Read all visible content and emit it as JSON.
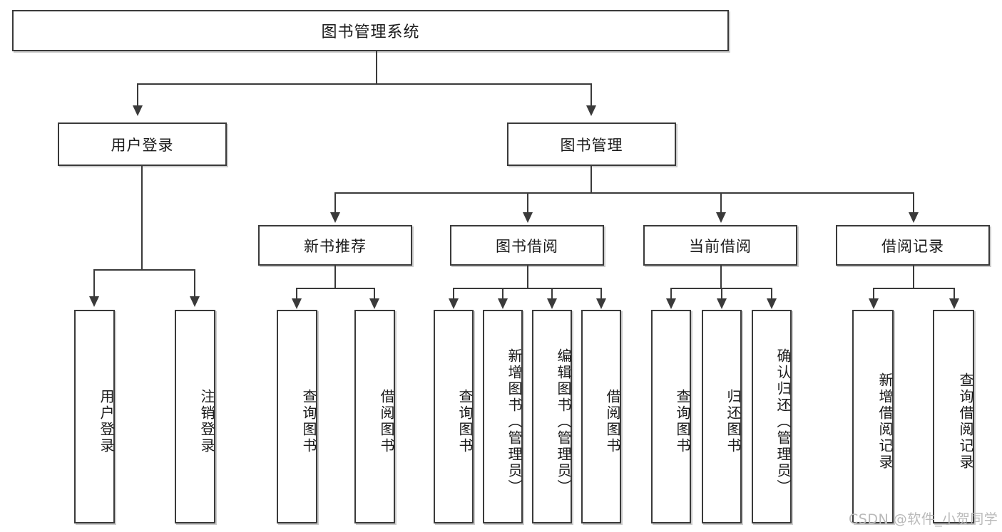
{
  "diagram": {
    "type": "tree-hierarchy",
    "title": "图书管理系统",
    "root": {
      "label": "图书管理系统"
    },
    "level2": [
      {
        "id": "user-login",
        "label": "用户登录"
      },
      {
        "id": "book-management",
        "label": "图书管理"
      }
    ],
    "level3": [
      {
        "id": "new-book-recommend",
        "label": "新书推荐"
      },
      {
        "id": "book-borrow",
        "label": "图书借阅"
      },
      {
        "id": "current-borrow",
        "label": "当前借阅"
      },
      {
        "id": "borrow-record",
        "label": "借阅记录"
      }
    ],
    "leaves": {
      "user_login": [
        {
          "id": "leaf-user-login",
          "label": "用户登录"
        },
        {
          "id": "leaf-logout-login",
          "label": "注销登录"
        }
      ],
      "new_book_recommend": [
        {
          "id": "leaf-query-book-1",
          "label": "查询图书"
        },
        {
          "id": "leaf-borrow-book-1",
          "label": "借阅图书"
        }
      ],
      "book_borrow": [
        {
          "id": "leaf-query-book-2",
          "label": "查询图书"
        },
        {
          "id": "leaf-add-book",
          "label": "新增图书（管理员）"
        },
        {
          "id": "leaf-edit-book",
          "label": "编辑图书（管理员）"
        },
        {
          "id": "leaf-borrow-book-2",
          "label": "借阅图书"
        }
      ],
      "current_borrow": [
        {
          "id": "leaf-query-book-3",
          "label": "查询图书"
        },
        {
          "id": "leaf-return-book",
          "label": "归还图书"
        },
        {
          "id": "leaf-confirm-return",
          "label": "确认归还（管理员）"
        }
      ],
      "borrow_record": [
        {
          "id": "leaf-add-borrow-record",
          "label": "新增借阅记录"
        },
        {
          "id": "leaf-query-borrow-record",
          "label": "查询借阅记录"
        }
      ]
    }
  },
  "watermark": {
    "text": "CSDN @软件_小贺同学"
  },
  "colors": {
    "stroke": "#3a3a3a",
    "fill": "#ffffff",
    "text": "#1a1a1a",
    "watermark": "#b9b9b9"
  }
}
